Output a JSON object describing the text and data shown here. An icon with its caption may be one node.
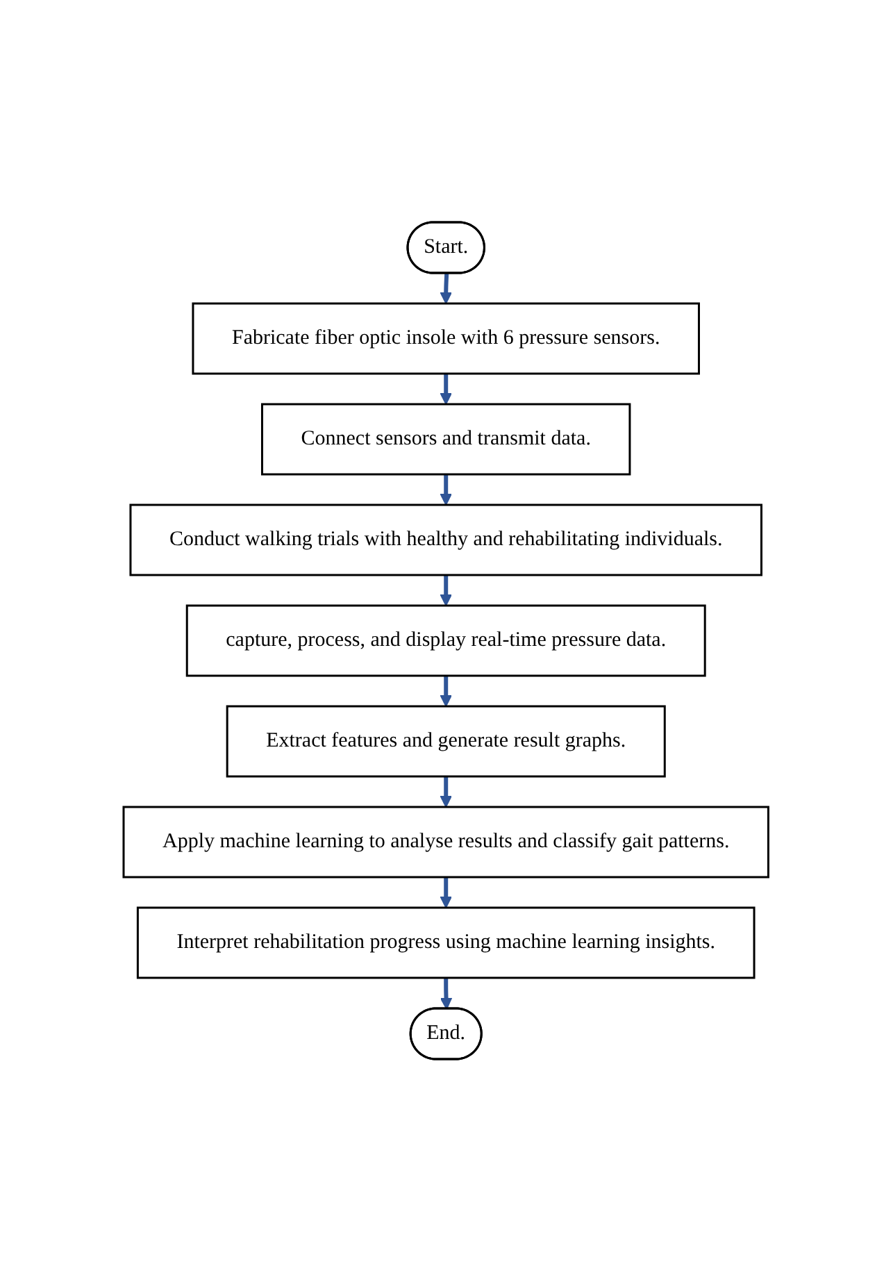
{
  "diagram": {
    "nodes": [
      {
        "text": [
          "Start."
        ]
      },
      {
        "text": [
          "Fabricate fiber optic insole with 6 pressure sensors."
        ]
      },
      {
        "text": [
          "Connect sensors and transmit data."
        ]
      },
      {
        "text": [
          "Conduct walking trials with healthy and rehabilitating individuals."
        ]
      },
      {
        "text": [
          "capture, process, and display real-time pressure data."
        ]
      },
      {
        "text": [
          "Extract features and generate result graphs."
        ]
      },
      {
        "text": [
          "Apply machine learning to analyse results and classify gait patterns."
        ]
      },
      {
        "text": [
          "Interpret rehabilitation progress using machine learning insights."
        ]
      },
      {
        "text": [
          "End."
        ]
      }
    ],
    "edges": [
      {
        "from": 0,
        "to": 1,
        "arrow": "to"
      },
      {
        "from": 1,
        "to": 2,
        "arrow": "to"
      },
      {
        "from": 2,
        "to": 3,
        "arrow": "to"
      },
      {
        "from": 3,
        "to": 4,
        "arrow": "to"
      },
      {
        "from": 4,
        "to": 5,
        "arrow": "to"
      },
      {
        "from": 5,
        "to": 6,
        "arrow": "to"
      },
      {
        "from": 6,
        "to": 7,
        "arrow": "to"
      },
      {
        "from": 7,
        "to": 8,
        "arrow": "to"
      }
    ]
  }
}
